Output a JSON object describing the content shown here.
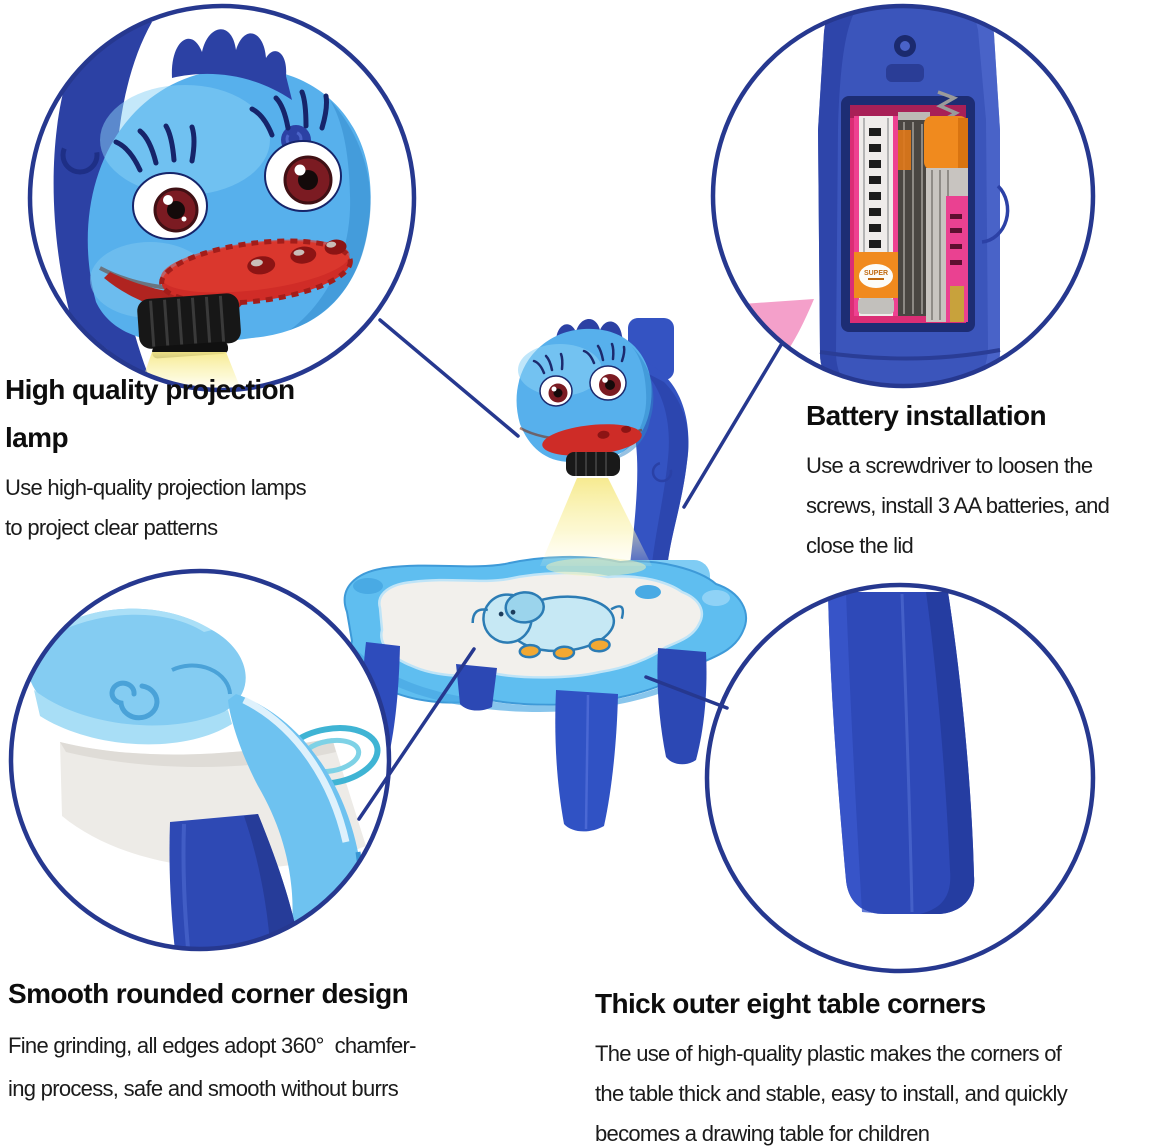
{
  "callouts": {
    "lamp": {
      "title_lines": [
        "High quality projection",
        "lamp"
      ],
      "body_lines": [
        "Use high-quality projection lamps",
        "to project clear patterns"
      ]
    },
    "battery": {
      "title_lines": [
        "Battery installation"
      ],
      "body_lines": [
        "Use a screwdriver to loosen the",
        "screws, install 3 AA batteries, and",
        "close the lid"
      ]
    },
    "corner": {
      "title_lines": [
        "Smooth rounded corner design"
      ],
      "body_lines": [
        "Fine grinding, all edges adopt 360°  chamfer-",
        "ing process, safe and smooth without burrs"
      ]
    },
    "table_corners": {
      "title_lines": [
        "Thick outer eight table corners"
      ],
      "body_lines": [
        "The use of high-quality plastic makes the corners of",
        "the table thick and stable, easy to install, and quickly",
        "becomes a drawing table for children"
      ]
    }
  },
  "battery": {
    "label": "SUPER"
  },
  "colors": {
    "callout_outline": "#26388f",
    "heading_text": "#0d0d0d",
    "body_text": "#1b1b1b",
    "royal_blue": "#3152c0",
    "light_blue": "#6ec6f2",
    "tongue_red": "#ce2c27",
    "beam_yellow": "#f7ee9b",
    "battery_pink": "#db2e75",
    "battery_orange": "#f08a1e"
  }
}
